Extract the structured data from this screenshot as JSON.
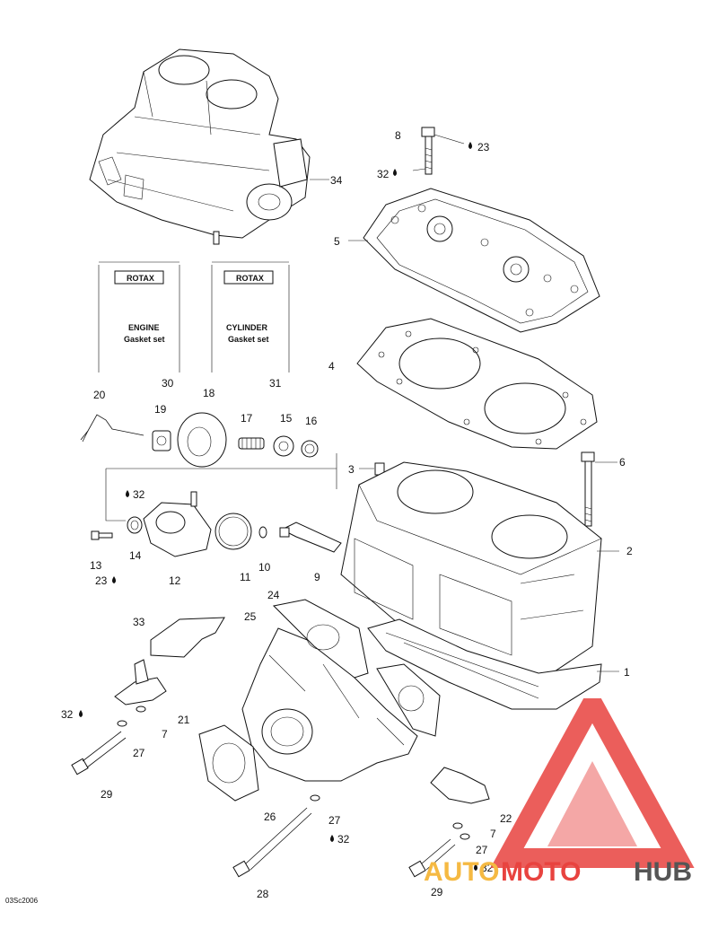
{
  "diagram": {
    "figure_code": "03Sc2006",
    "labels": {
      "p1": "1",
      "p2": "2",
      "p3": "3",
      "p4": "4",
      "p5": "5",
      "p6": "6",
      "p7a": "7",
      "p7b": "7",
      "p8": "8",
      "p9": "9",
      "p10": "10",
      "p11": "11",
      "p12": "12",
      "p13": "13",
      "p14": "14",
      "p15": "15",
      "p16": "16",
      "p17": "17",
      "p18": "18",
      "p19": "19",
      "p20": "20",
      "p21": "21",
      "p22": "22",
      "p23a": "23",
      "p23b": "23",
      "p24": "24",
      "p25": "25",
      "p26": "26",
      "p27a": "27",
      "p27b": "27",
      "p27c": "27",
      "p28a": "28",
      "p29a": "29",
      "p29b": "29",
      "p30": "30",
      "p31": "31",
      "p32a": "32",
      "p32b": "32",
      "p32c": "32",
      "p32d": "32",
      "p32e": "32",
      "p33": "33",
      "p34": "34"
    },
    "kits": {
      "engine_brand": "ROTAX",
      "engine_line1": "ENGINE",
      "engine_line2": "Gasket set",
      "cylinder_brand": "ROTAX",
      "cylinder_line1": "CYLINDER",
      "cylinder_line2": "Gasket set"
    }
  },
  "watermark": {
    "part1": "AUTO",
    "part2": "MOTO",
    "part3": "HUB",
    "color": "#e8433f",
    "accent": "#f5b942"
  }
}
